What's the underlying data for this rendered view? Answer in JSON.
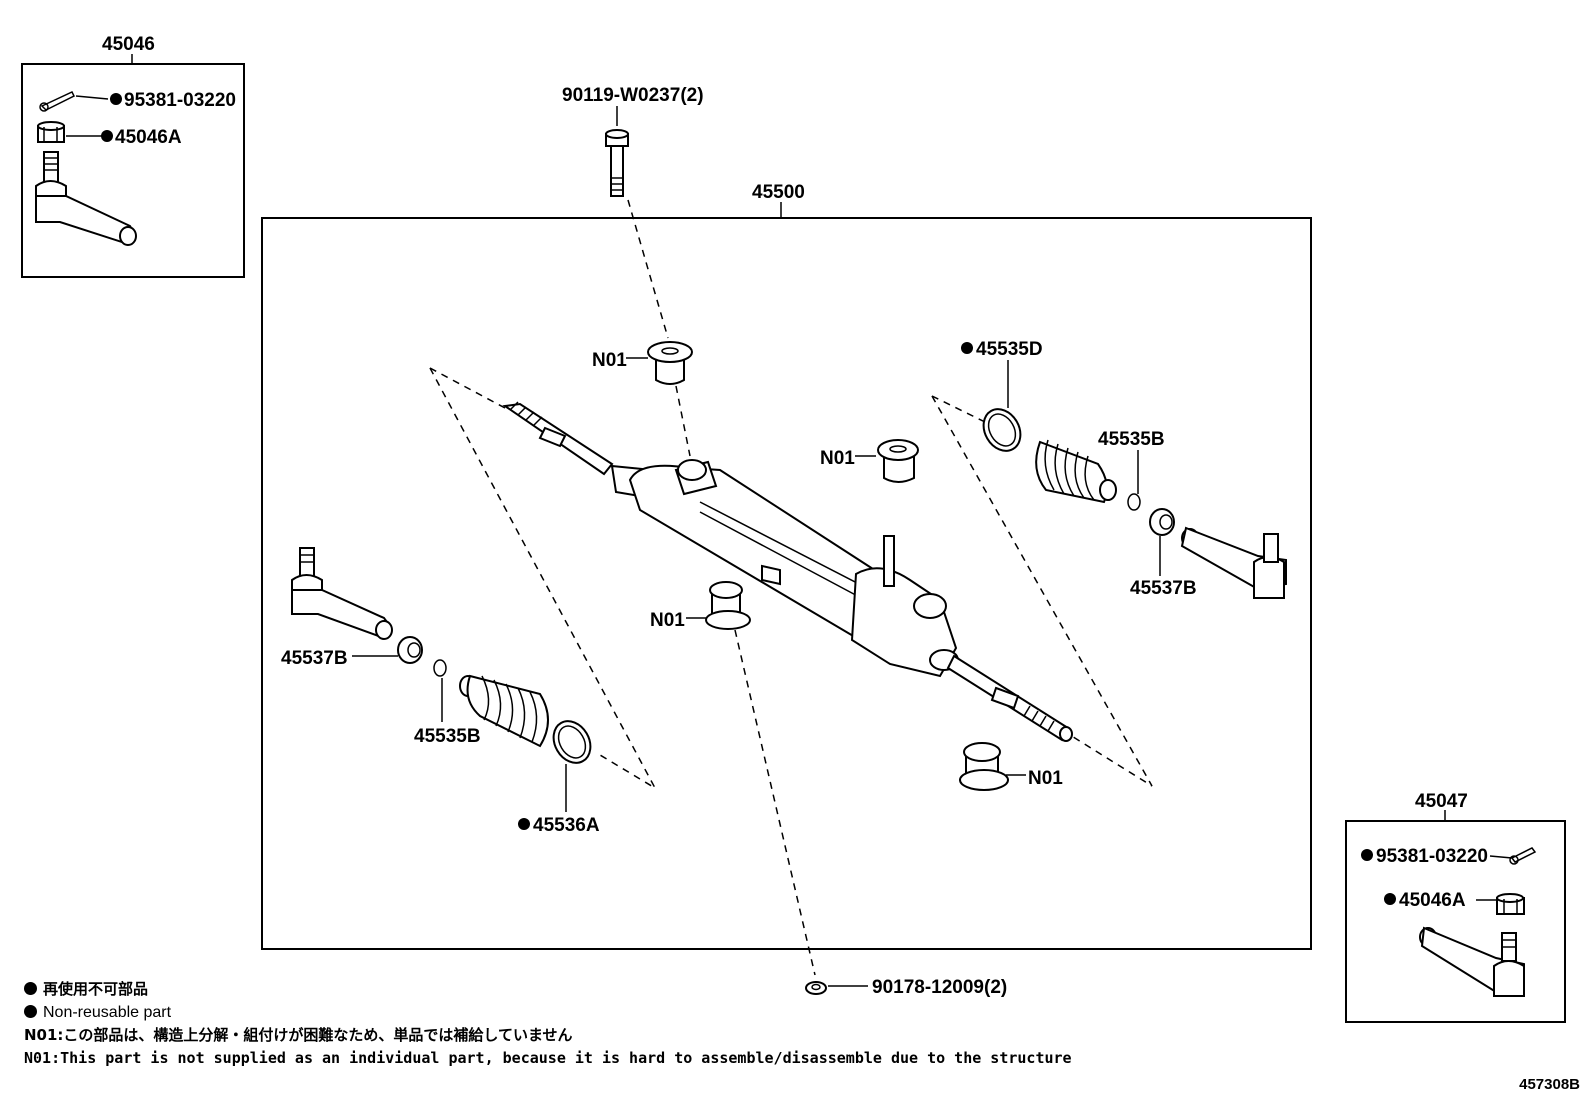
{
  "callouts": {
    "p45046": "45046",
    "p45047": "45047",
    "p45500": "45500",
    "bolt_top": "90119-W0237(2)",
    "nut_bottom": "90178-12009(2)",
    "tl_pin": "95381-03220",
    "tl_nut": "45046A",
    "br_pin": "95381-03220",
    "br_nut": "45046A",
    "n01_a": "N01",
    "n01_b": "N01",
    "n01_c": "N01",
    "n01_d": "N01",
    "r_clamp": "45535D",
    "r_clip": "45535B",
    "r_washer": "45537B",
    "l_washer": "45537B",
    "l_clip": "45535B",
    "l_clamp": "45536A"
  },
  "legend": {
    "jp_nonreusable": "再使用不可部品",
    "en_nonreusable": "Non-reusable part",
    "n01_jp": "N01:この部品は、構造上分解・組付けが困難なため、単品では補給していません",
    "n01_en": "N01:This part is not supplied as an individual part, because it is hard to assemble/disassemble due to the structure"
  },
  "illustration_code": "457308B",
  "icons": {
    "bullet": "filled-circle-icon"
  }
}
